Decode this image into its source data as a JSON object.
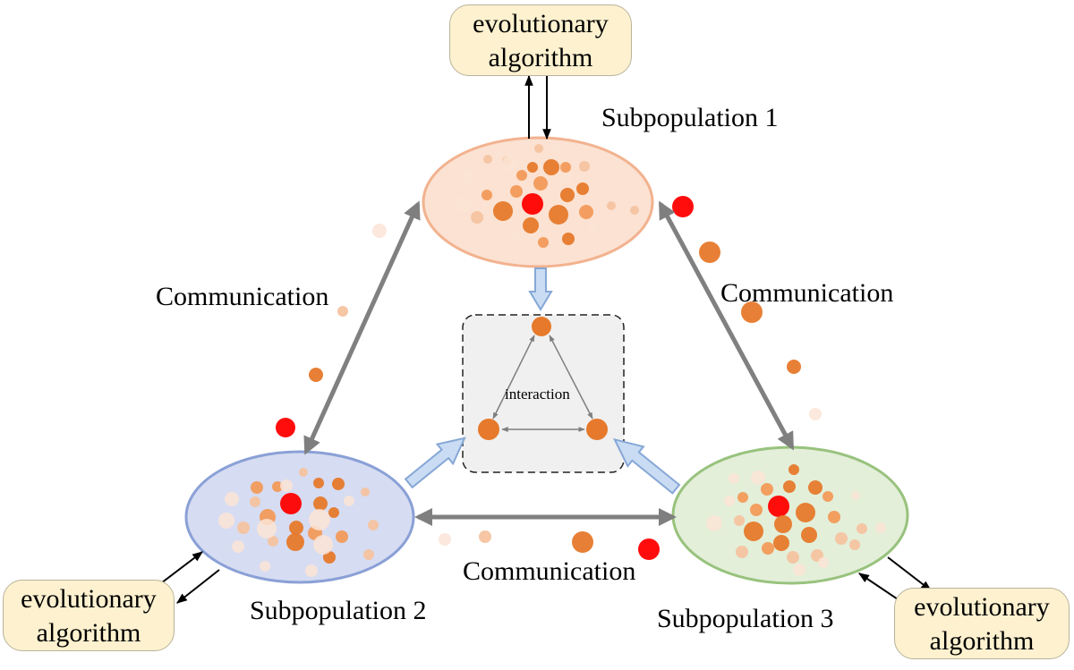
{
  "diagram": {
    "subpopulations": [
      {
        "id": "sp1",
        "label": "Subpopulation 1",
        "fill": "#fbe2d2",
        "stroke": "#f2b28f"
      },
      {
        "id": "sp2",
        "label": "Subpopulation 2",
        "fill": "#d6dcf2",
        "stroke": "#8aa0d6"
      },
      {
        "id": "sp3",
        "label": "Subpopulation 3",
        "fill": "#e3efd9",
        "stroke": "#98c27d"
      }
    ],
    "evolutionary_algorithm": {
      "line1": "evolutionary",
      "line2": "algorithm",
      "fill": "#fdf1cf"
    },
    "communication_label": "Communication",
    "interaction_label": "interaction",
    "colors": {
      "best": "#ff0000",
      "dark_orange": "#e6792b",
      "mid_orange": "#f29a5a",
      "light_orange": "#f6c3a0",
      "pale": "#fbe4d6",
      "gray_arrow": "#808080",
      "blue_arrow_fill": "#c9dcf3",
      "blue_arrow_stroke": "#86a7d6",
      "interaction_fill": "#f0f0f0"
    }
  }
}
